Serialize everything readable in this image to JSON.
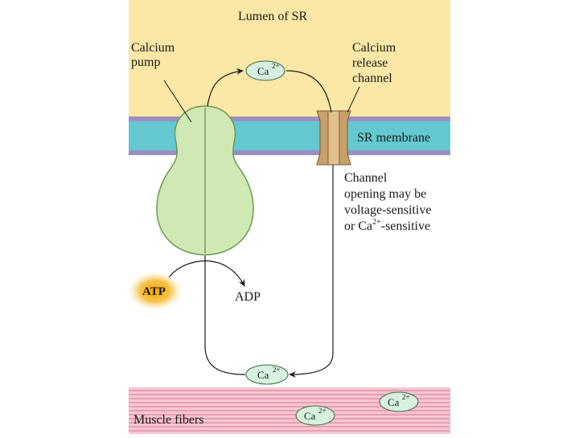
{
  "labels": {
    "lumen": "Lumen of SR",
    "pump_line1": "Calcium",
    "pump_line2": "pump",
    "release_line1": "Calcium",
    "release_line2": "release",
    "release_line3": "channel",
    "membrane": "SR membrane",
    "note_line1": "Channel",
    "note_line2": "opening may be",
    "note_line3": "voltage-sensitive",
    "note_line4_pre": "or Ca",
    "note_line4_sup": "2+",
    "note_line4_post": "-sensitive",
    "atp": "ATP",
    "adp": "ADP",
    "muscle": "Muscle fibers"
  },
  "ions": {
    "symbol": "Ca",
    "charge": "2+"
  },
  "colors": {
    "lumen": "#fbe7a6",
    "membrane_cyan": "#63c8d0",
    "membrane_purple": "#9b8fc4",
    "pump_fill": "#cfe8b4",
    "pump_stroke": "#6a9a52",
    "channel": "#c9a06a",
    "muscle_bg": "#f8c6d2",
    "muscle_line": "#d9788f",
    "ion_fill": "#d8f0df",
    "atp_glow": "#f4b400"
  }
}
